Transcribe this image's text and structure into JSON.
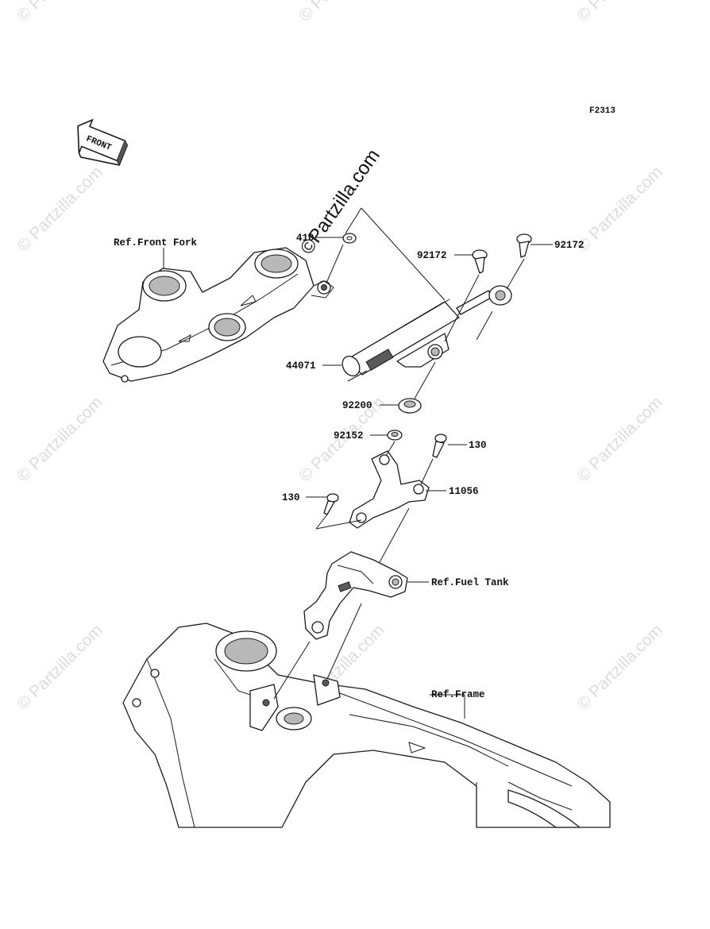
{
  "figure_code": "F2313",
  "front_arrow_label": "FRONT",
  "watermark_main": "©Partzilla.com",
  "watermark_small": "© Partzilla.com",
  "callouts": {
    "ref_front_fork": "Ref.Front Fork",
    "part_410": "410",
    "part_92172_left": "92172",
    "part_92172_right": "92172",
    "part_44071": "44071",
    "part_92200": "92200",
    "part_92152": "92152",
    "part_130_right": "130",
    "part_130_left": "130",
    "part_11056": "11056",
    "ref_fuel_tank": "Ref.Fuel Tank",
    "ref_frame": "Ref.Frame"
  },
  "colors": {
    "line": "#1a1a1a",
    "shade": "#b8b8b8",
    "watermark": "#dcdcdc"
  }
}
